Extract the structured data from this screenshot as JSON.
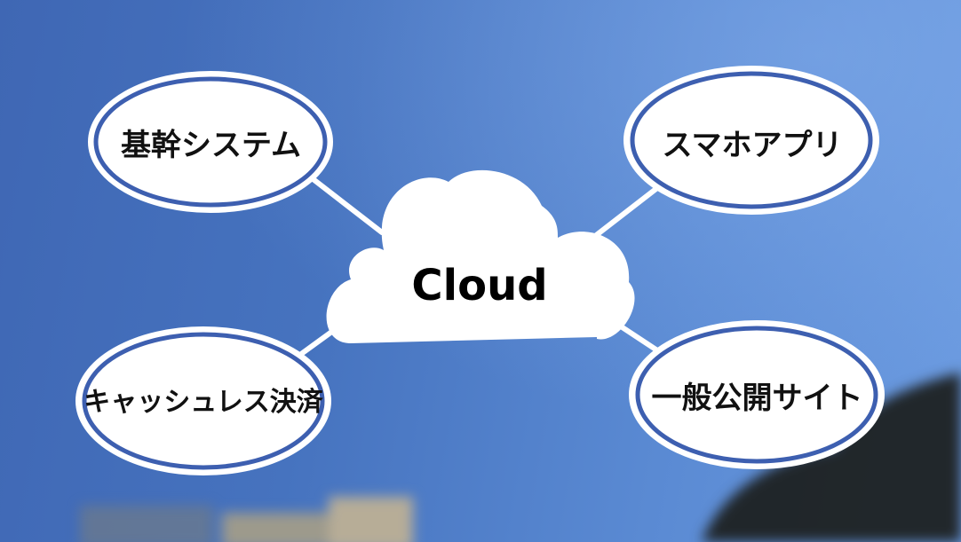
{
  "diagram": {
    "center": {
      "label": "Cloud"
    },
    "nodes": {
      "core_systems": {
        "label": "基幹システム"
      },
      "smartphone_app": {
        "label": "スマホアプリ"
      },
      "cashless_payment": {
        "label": "キャッシュレス決済"
      },
      "public_site": {
        "label": "一般公開サイト"
      }
    }
  },
  "colors": {
    "ellipse_border": "#3d5fb0",
    "ellipse_fill": "#ffffff",
    "connector": "#ffffff",
    "sky": "#4673bf"
  }
}
